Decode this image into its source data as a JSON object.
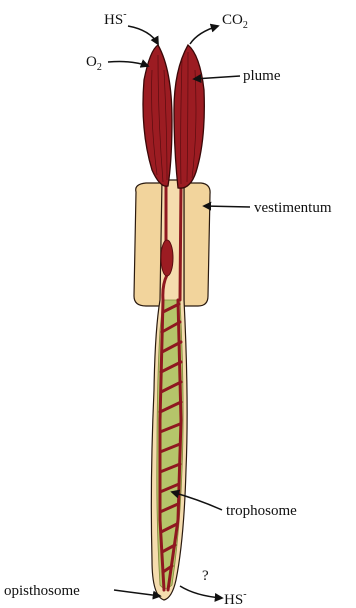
{
  "labels": {
    "hs_top": {
      "base": "HS",
      "sup": "-"
    },
    "co2": {
      "base": "CO",
      "sub": "2"
    },
    "o2": {
      "base": "O",
      "sub": "2"
    },
    "plume": "plume",
    "vestimentum": "vestimentum",
    "trophosome": "trophosome",
    "opisthosome": "opisthosome",
    "question": "?",
    "hs_bottom": {
      "base": "HS",
      "sup": "-"
    }
  },
  "colors": {
    "plume_red": "#9c1c22",
    "plume_dark": "#5a0c10",
    "vestimentum": "#f2d49c",
    "trunk": "#f5dcae",
    "trophosome_green": "#b5c56a",
    "vessel": "#8f1820",
    "outline": "#2a1a10"
  }
}
